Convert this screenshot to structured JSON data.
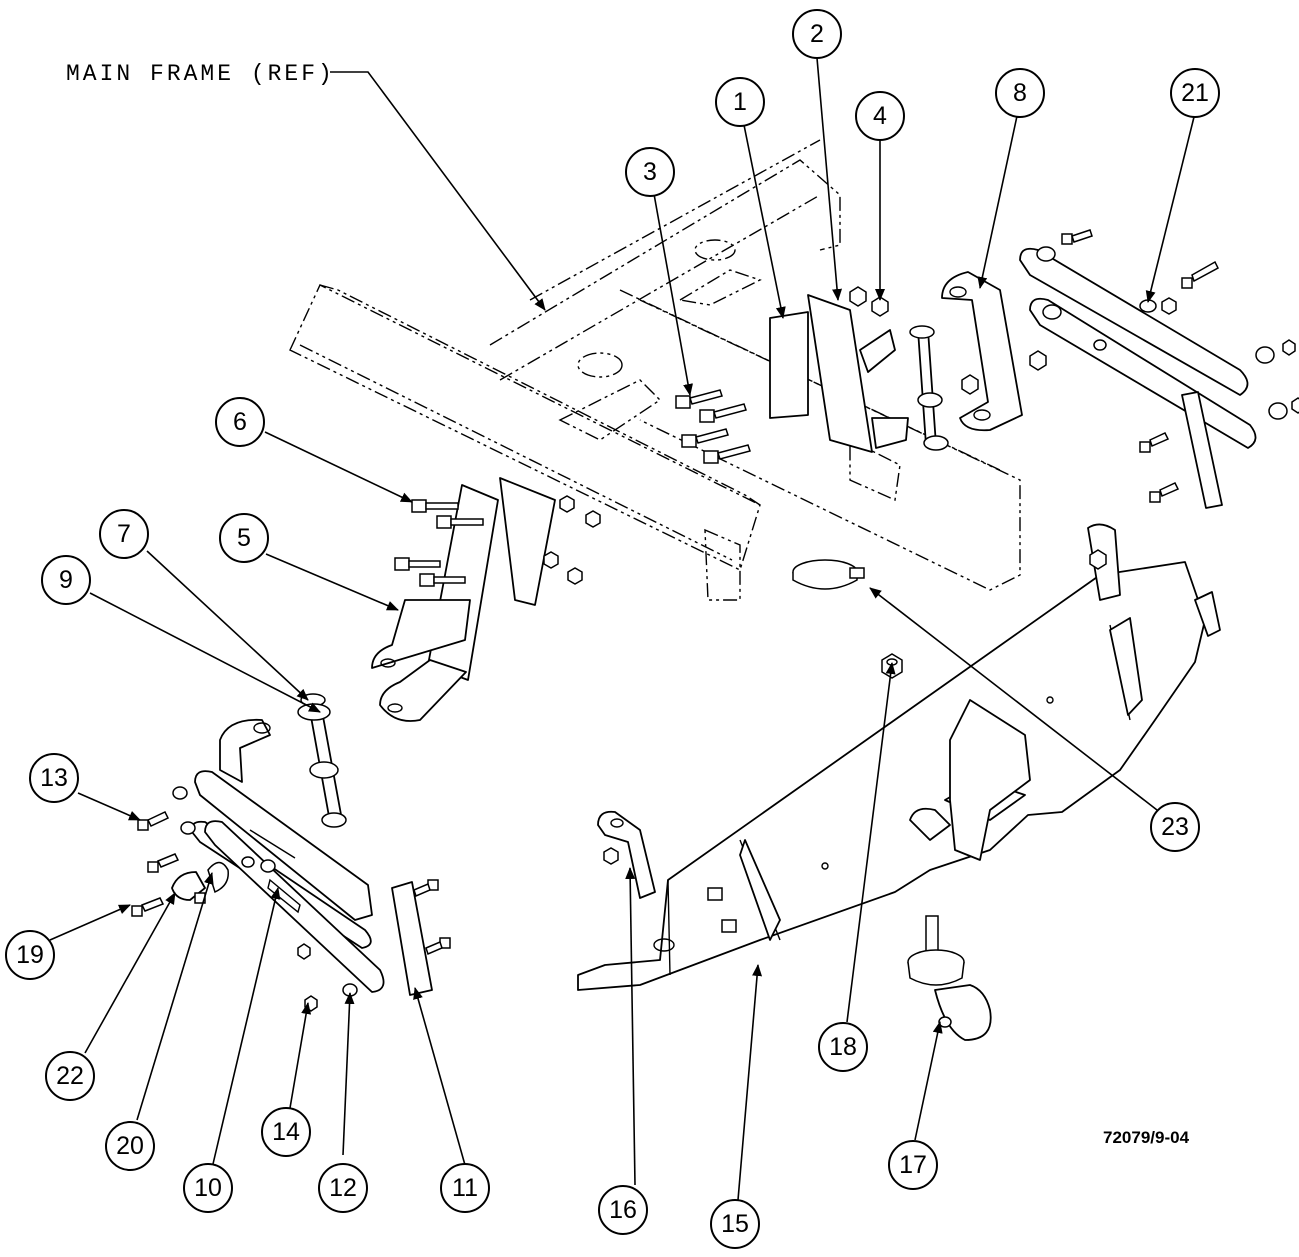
{
  "diagram": {
    "reference_label": "MAIN FRAME (REF)",
    "drawing_number": "72079/9-04",
    "balloons": [
      {
        "id": "b1",
        "label": "1"
      },
      {
        "id": "b2",
        "label": "2"
      },
      {
        "id": "b3",
        "label": "3"
      },
      {
        "id": "b4",
        "label": "4"
      },
      {
        "id": "b5",
        "label": "5"
      },
      {
        "id": "b6",
        "label": "6"
      },
      {
        "id": "b7",
        "label": "7"
      },
      {
        "id": "b8",
        "label": "8"
      },
      {
        "id": "b9",
        "label": "9"
      },
      {
        "id": "b10",
        "label": "10"
      },
      {
        "id": "b11",
        "label": "11"
      },
      {
        "id": "b12",
        "label": "12"
      },
      {
        "id": "b13",
        "label": "13"
      },
      {
        "id": "b14",
        "label": "14"
      },
      {
        "id": "b15",
        "label": "15"
      },
      {
        "id": "b16",
        "label": "16"
      },
      {
        "id": "b17",
        "label": "17"
      },
      {
        "id": "b18",
        "label": "18"
      },
      {
        "id": "b19",
        "label": "19"
      },
      {
        "id": "b20",
        "label": "20"
      },
      {
        "id": "b21",
        "label": "21"
      },
      {
        "id": "b22",
        "label": "22"
      },
      {
        "id": "b23",
        "label": "23"
      }
    ]
  }
}
